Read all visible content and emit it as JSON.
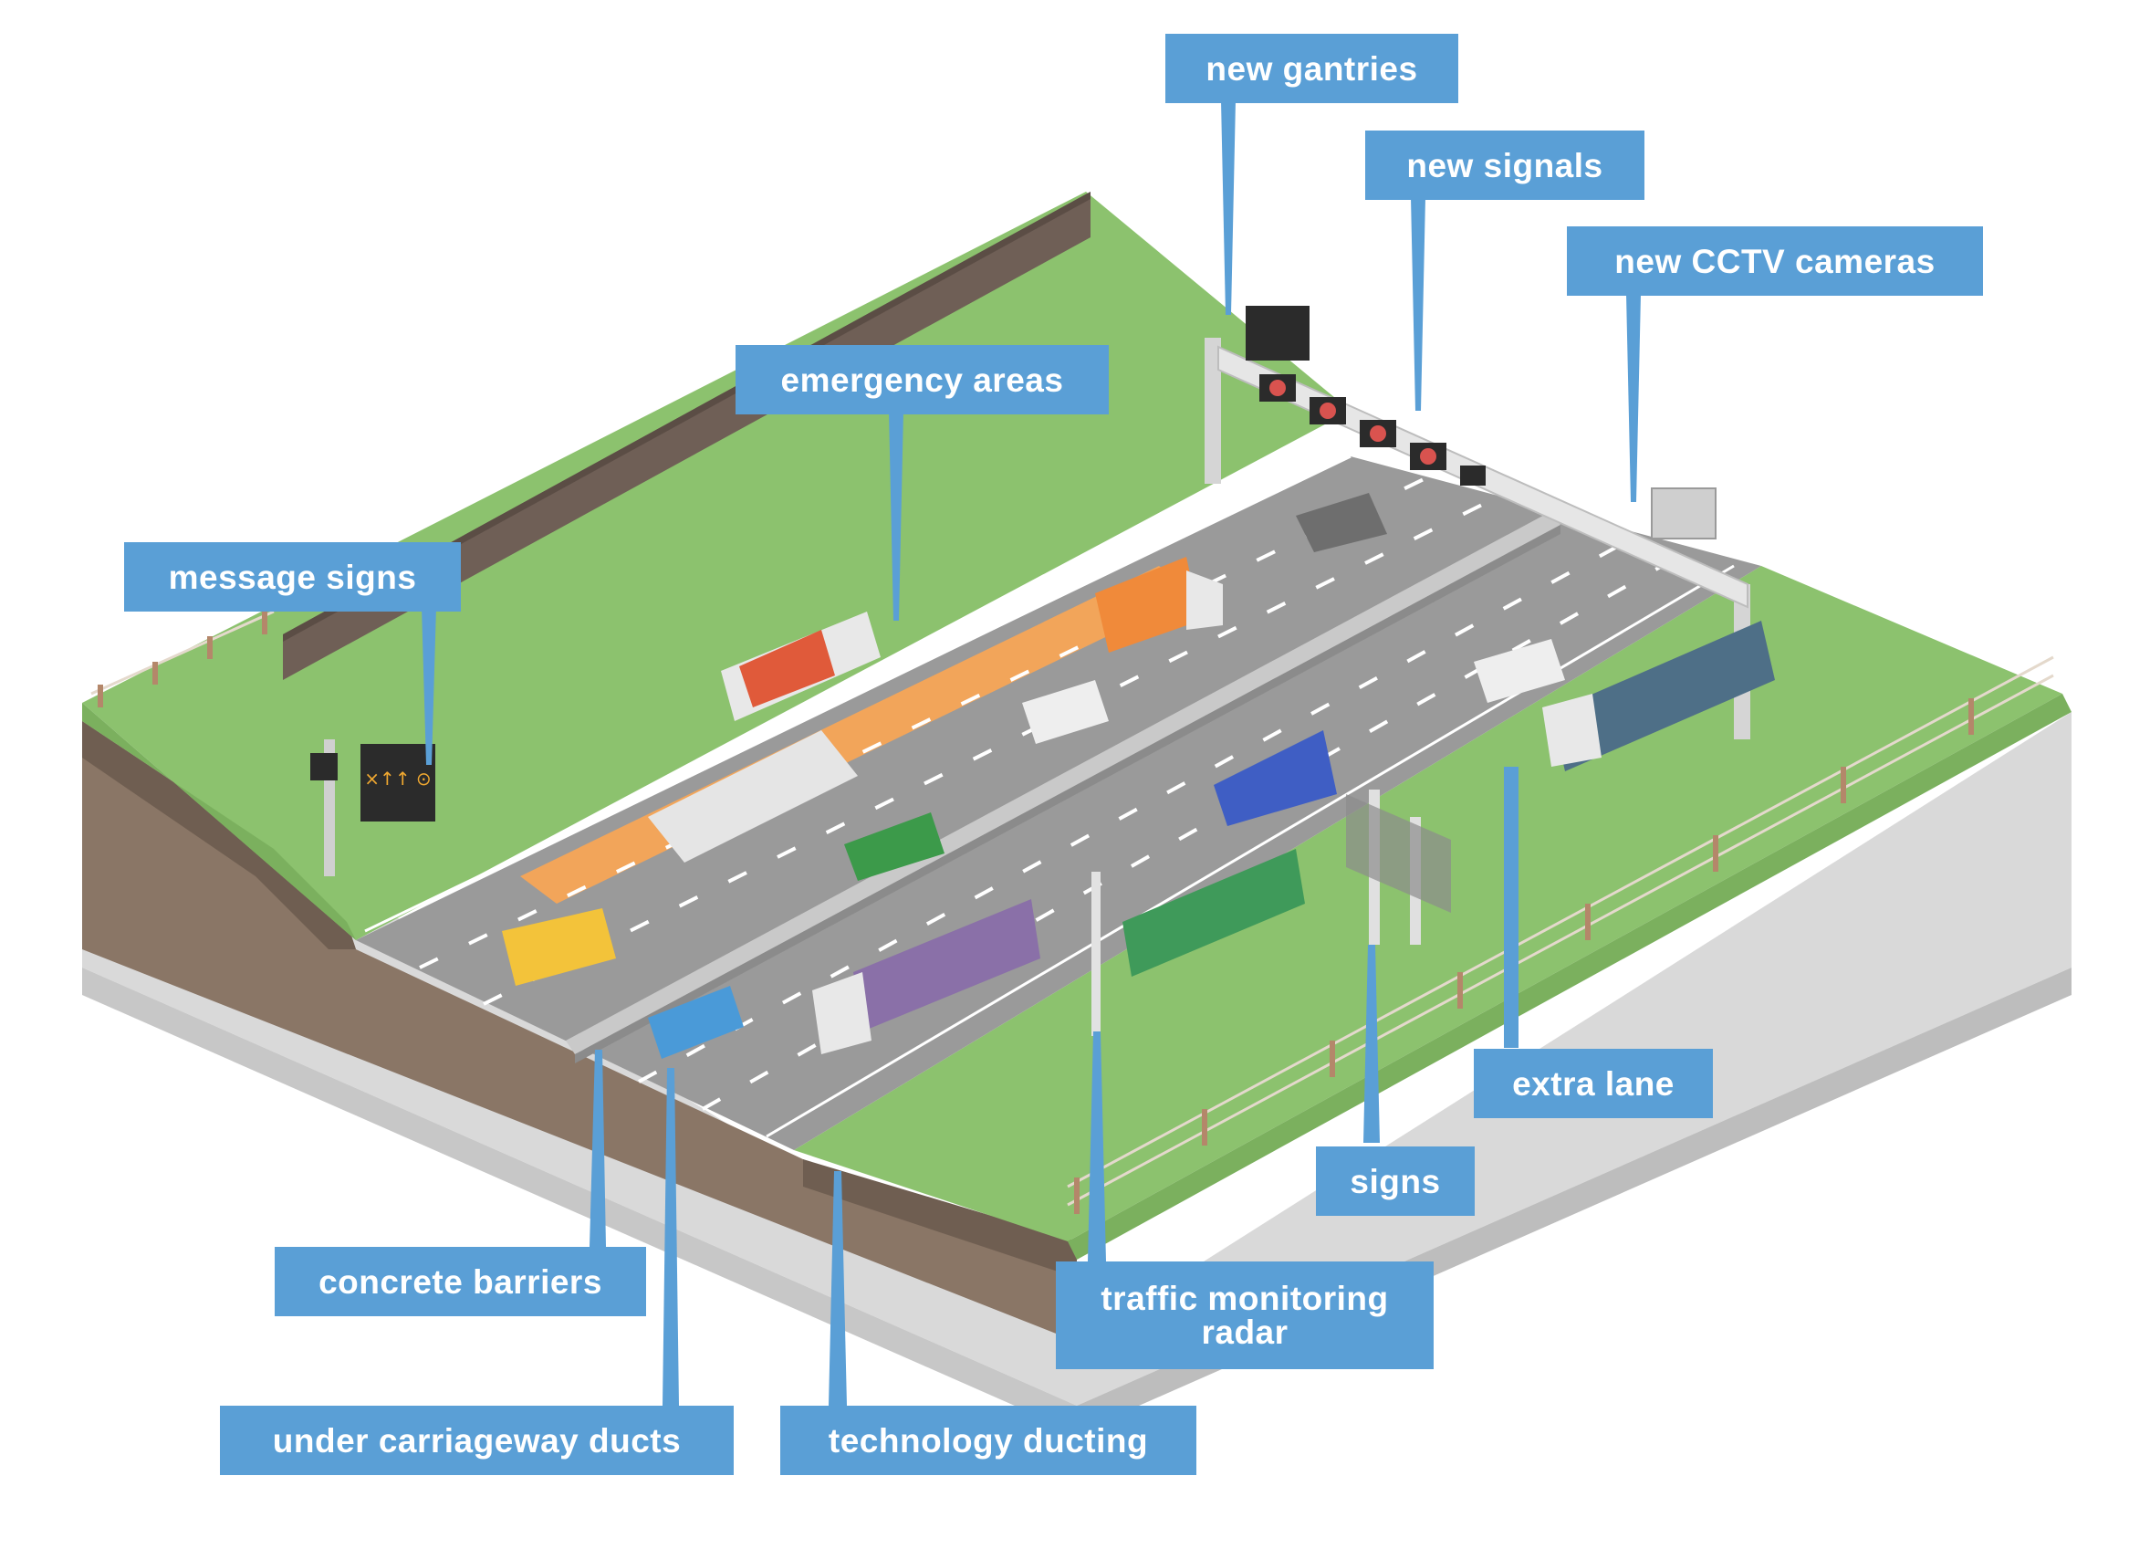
{
  "labels": {
    "new_gantries": "new gantries",
    "new_signals": "new signals",
    "new_cctv_cameras": "new CCTV cameras",
    "emergency_areas": "emergency areas",
    "message_signs": "message signs",
    "extra_lane": "extra lane",
    "signs": "signs",
    "traffic_monitoring_radar_line1": "traffic monitoring",
    "traffic_monitoring_radar_line2": "radar",
    "concrete_barriers": "concrete barriers",
    "under_carriageway_ducts": "under carriageway ducts",
    "technology_ducting": "technology ducting"
  },
  "colors": {
    "callout": "#5a9fd6",
    "grass": "#8cc26e",
    "road": "#9a9a9a",
    "earth": "#8a7666",
    "emergency_area": "#f2a55a",
    "noise_wall": "#6f5f56"
  }
}
